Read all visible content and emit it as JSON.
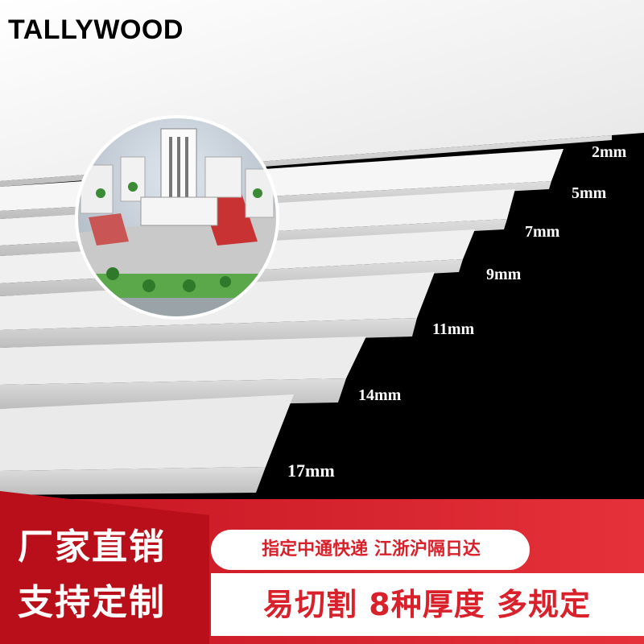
{
  "brand": "TALLYWOOD",
  "thickness_labels": [
    "2mm",
    "5mm",
    "7mm",
    "9mm",
    "11mm",
    "14mm",
    "17mm"
  ],
  "banner": {
    "tagline_1": "厂家直销",
    "tagline_2": "支持定制",
    "shipping": "指定中通快递 江浙沪隔日达",
    "features": "易切割 8种厚度 多规定"
  },
  "colors": {
    "banner_red": "#d9212b",
    "banner_dark_red": "#a8101a",
    "board_white": "#f4f4f4",
    "background": "#000000"
  }
}
